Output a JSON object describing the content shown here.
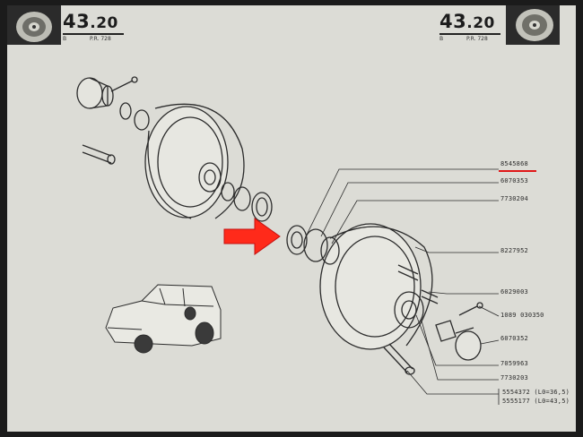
{
  "header": {
    "page_major": "43",
    "page_minor": ".20",
    "sub_letter": "B",
    "ref": "P.R. 728"
  },
  "parts": [
    {
      "number": "8545868"
    },
    {
      "number": "6070353"
    },
    {
      "number": "7730204"
    },
    {
      "number": "8227952"
    },
    {
      "number": "6029003"
    },
    {
      "number": "1089 030350"
    },
    {
      "number": "6070352"
    },
    {
      "number": "7059963"
    },
    {
      "number": "7730203"
    },
    {
      "number": "5554372 (L0=36,5)"
    },
    {
      "number": "5555177 (L0=43,5)"
    }
  ],
  "highlight": {
    "part_index": 0,
    "underline_color": "#e01818",
    "arrow_color": "#ff2a1a"
  },
  "colors": {
    "paper": "#dcdcd6",
    "ink": "#2b2b2b",
    "frame": "#1b1b1b"
  }
}
